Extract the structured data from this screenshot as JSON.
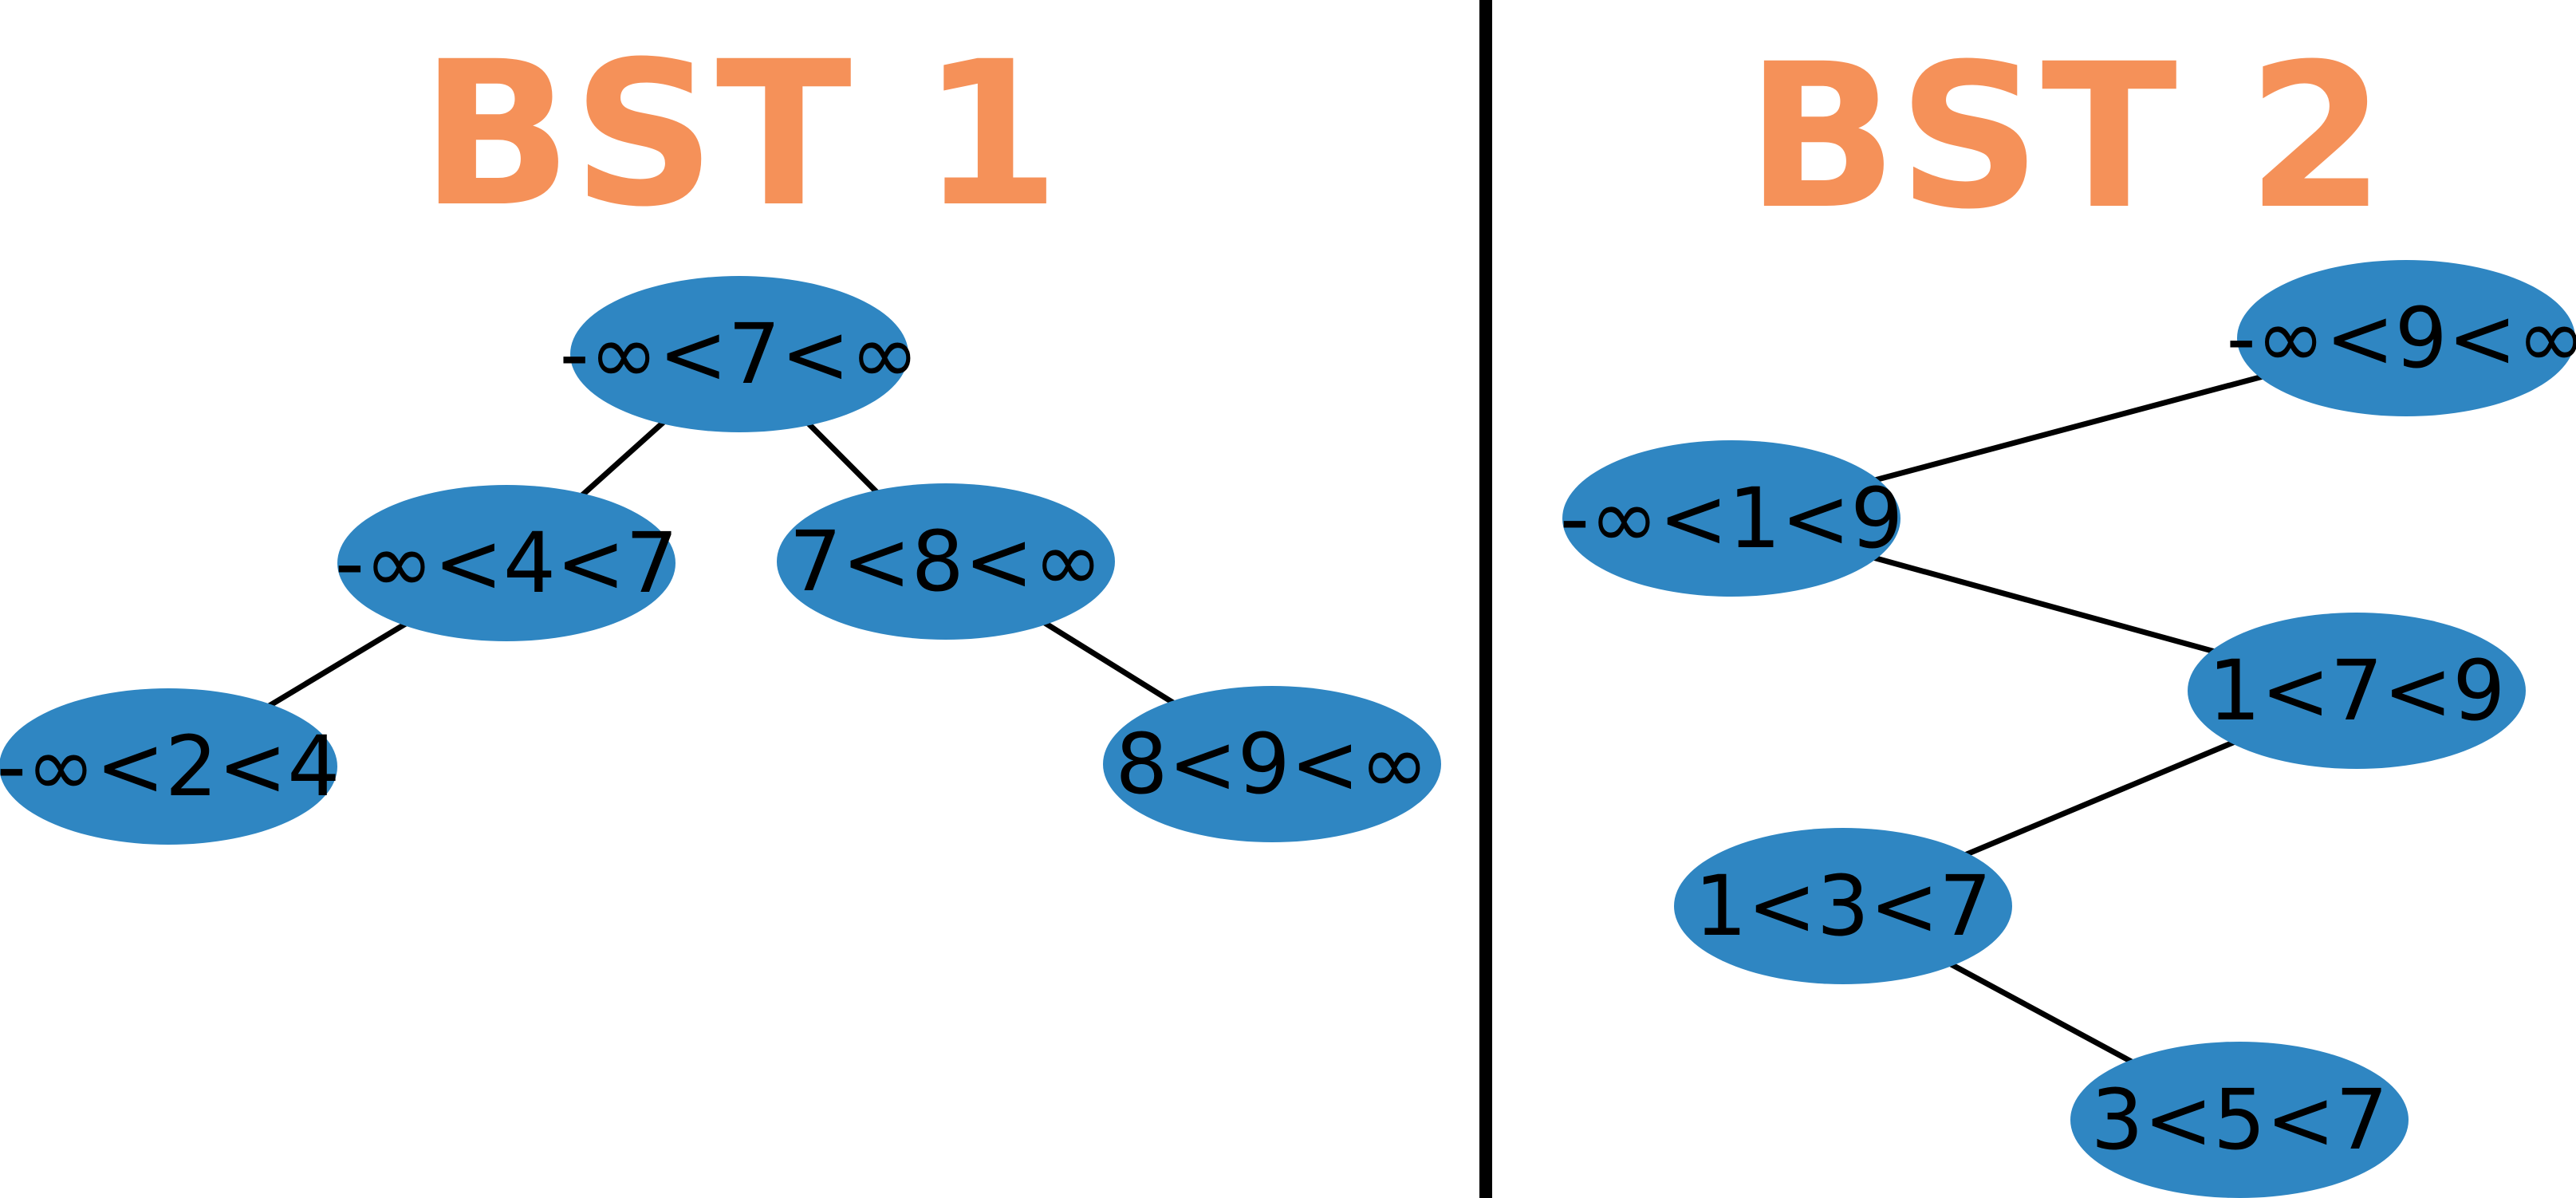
{
  "colors": {
    "title": "#f59159",
    "node_fill": "#2f86c2",
    "edge": "#000000",
    "divider": "#000000",
    "background": "#ffffff"
  },
  "panels": [
    {
      "title": "BST 1",
      "nodes": [
        {
          "id": "a7",
          "label": "-∞<7<∞"
        },
        {
          "id": "a4",
          "label": "-∞<4<7"
        },
        {
          "id": "a8",
          "label": "7<8<∞"
        },
        {
          "id": "a2",
          "label": "-∞<2<4"
        },
        {
          "id": "a9",
          "label": "8<9<∞"
        }
      ],
      "edges": [
        {
          "from": "a7",
          "to": "a4"
        },
        {
          "from": "a7",
          "to": "a8"
        },
        {
          "from": "a4",
          "to": "a2"
        },
        {
          "from": "a8",
          "to": "a9"
        }
      ]
    },
    {
      "title": "BST 2",
      "nodes": [
        {
          "id": "b1",
          "label": "-∞<1<9"
        },
        {
          "id": "b9",
          "label": "-∞<9<∞"
        },
        {
          "id": "b7",
          "label": "1<7<9"
        },
        {
          "id": "b3",
          "label": "1<3<7"
        },
        {
          "id": "b5",
          "label": "3<5<7"
        }
      ],
      "edges": [
        {
          "from": "b1",
          "to": "b9"
        },
        {
          "from": "b1",
          "to": "b7"
        },
        {
          "from": "b7",
          "to": "b3"
        },
        {
          "from": "b3",
          "to": "b5"
        }
      ]
    }
  ]
}
